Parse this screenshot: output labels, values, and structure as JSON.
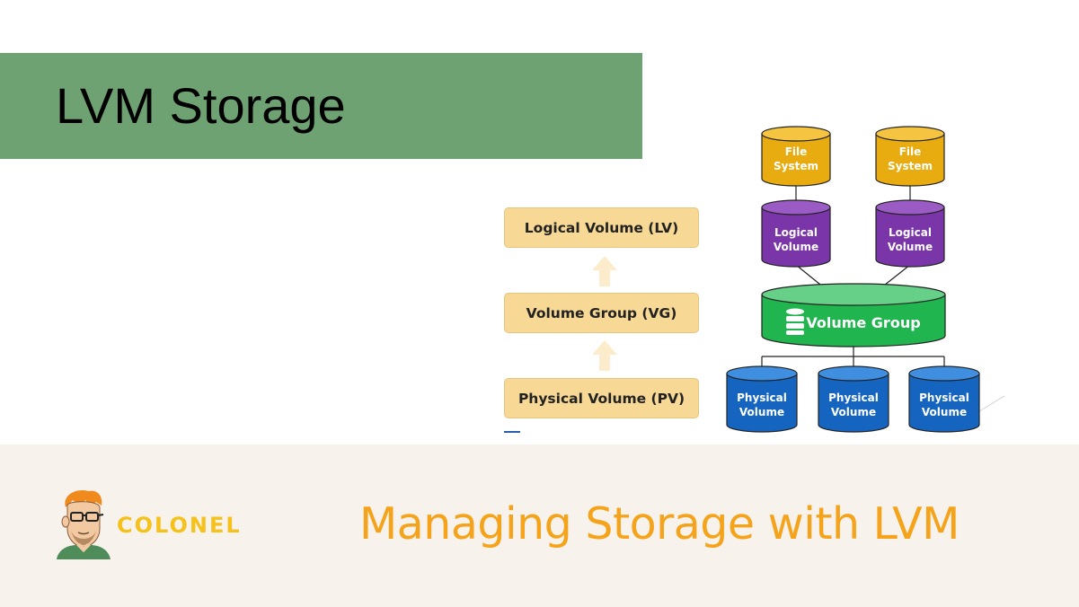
{
  "title": "LVM Storage",
  "layers": [
    {
      "label": "Logical Volume (LV)"
    },
    {
      "label": "Volume Group (VG)"
    },
    {
      "label": "Physical Volume (PV)"
    }
  ],
  "diagram": {
    "file_systems": [
      {
        "line1": "File",
        "line2": "System"
      },
      {
        "line1": "File",
        "line2": "System"
      }
    ],
    "logical_volumes": [
      {
        "line1": "Logical",
        "line2": "Volume"
      },
      {
        "line1": "Logical",
        "line2": "Volume"
      }
    ],
    "volume_group": "Volume Group",
    "physical_volumes": [
      {
        "line1": "Physical",
        "line2": "Volume"
      },
      {
        "line1": "Physical",
        "line2": "Volume"
      },
      {
        "line1": "Physical",
        "line2": "Volume"
      }
    ],
    "colors": {
      "file_system": "#e8ac10",
      "logical_volume": "#7a35a8",
      "volume_group": "#20b54f",
      "physical_volume": "#1565c0"
    }
  },
  "footer": {
    "brand": "COLONEL",
    "title": "Managing Storage with LVM"
  },
  "colors": {
    "title_band": "#6fa273",
    "footer_bg": "#f7f2ec",
    "accent": "#f5a31a"
  }
}
